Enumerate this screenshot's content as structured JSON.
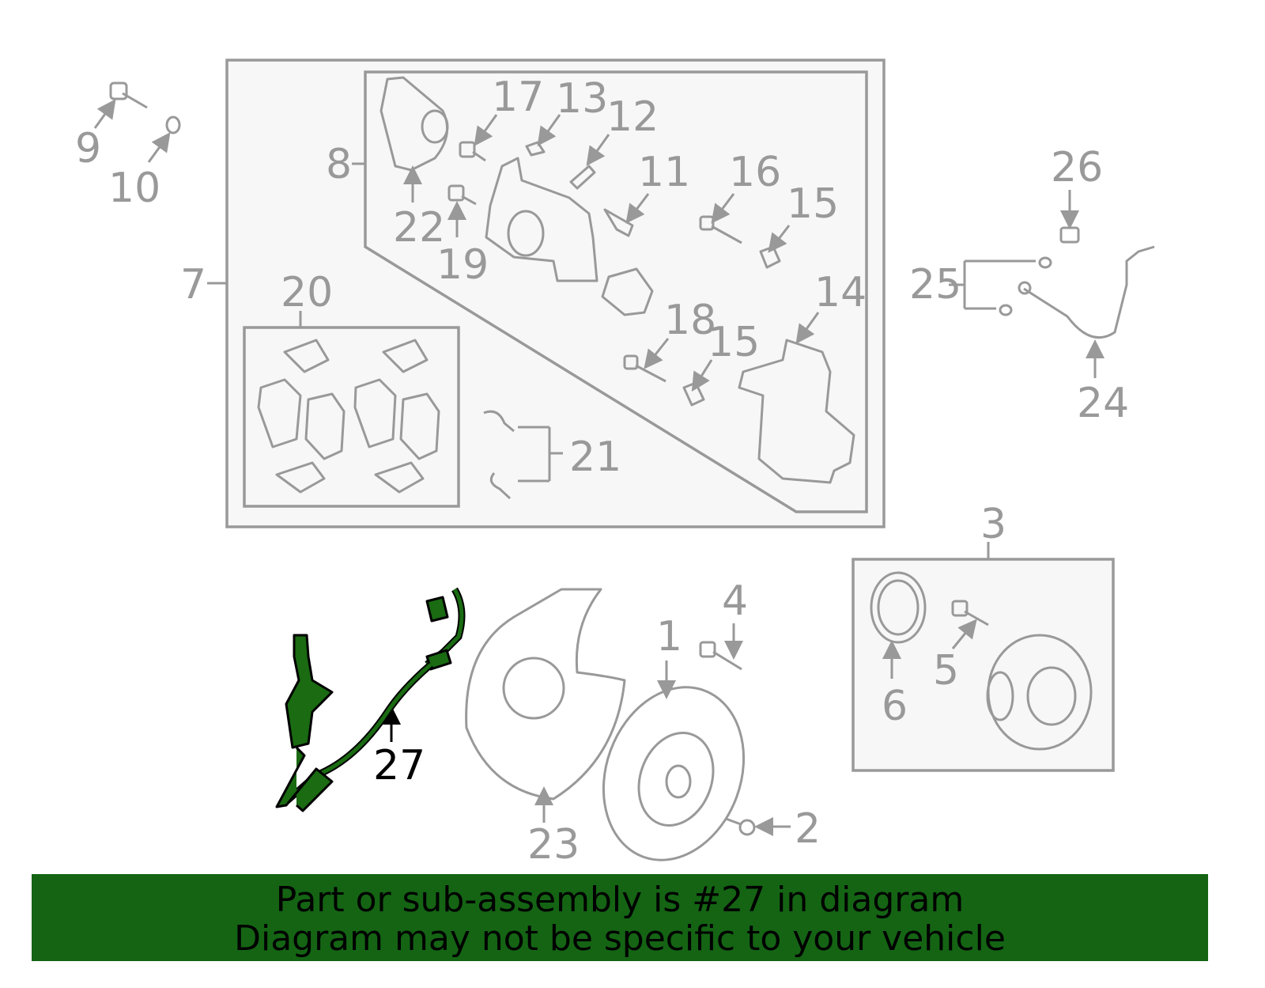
{
  "diagram": {
    "highlighted_part": "27",
    "highlight_color": "#1a6b12",
    "labels": [
      "1",
      "2",
      "3",
      "4",
      "5",
      "6",
      "7",
      "8",
      "9",
      "10",
      "11",
      "12",
      "13",
      "14",
      "15",
      "15",
      "16",
      "17",
      "18",
      "19",
      "20",
      "21",
      "22",
      "23",
      "24",
      "25",
      "26",
      "27"
    ]
  },
  "banner": {
    "line1": "Part or sub-assembly is #27 in diagram",
    "line2": "Diagram may not be specific to your vehicle",
    "background": "#146414"
  }
}
